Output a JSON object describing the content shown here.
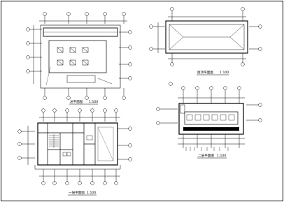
{
  "sheet": {
    "plans": [
      {
        "id": "site-plan",
        "title": "总平面图",
        "scale": "1:100"
      },
      {
        "id": "roof-plan",
        "title": "屋顶平面图",
        "scale": "1:100"
      },
      {
        "id": "ground-floor-plan",
        "title": "一层平面图",
        "scale": "1:100"
      },
      {
        "id": "second-floor-plan",
        "title": "二层平面图",
        "scale": "1:100"
      }
    ]
  }
}
